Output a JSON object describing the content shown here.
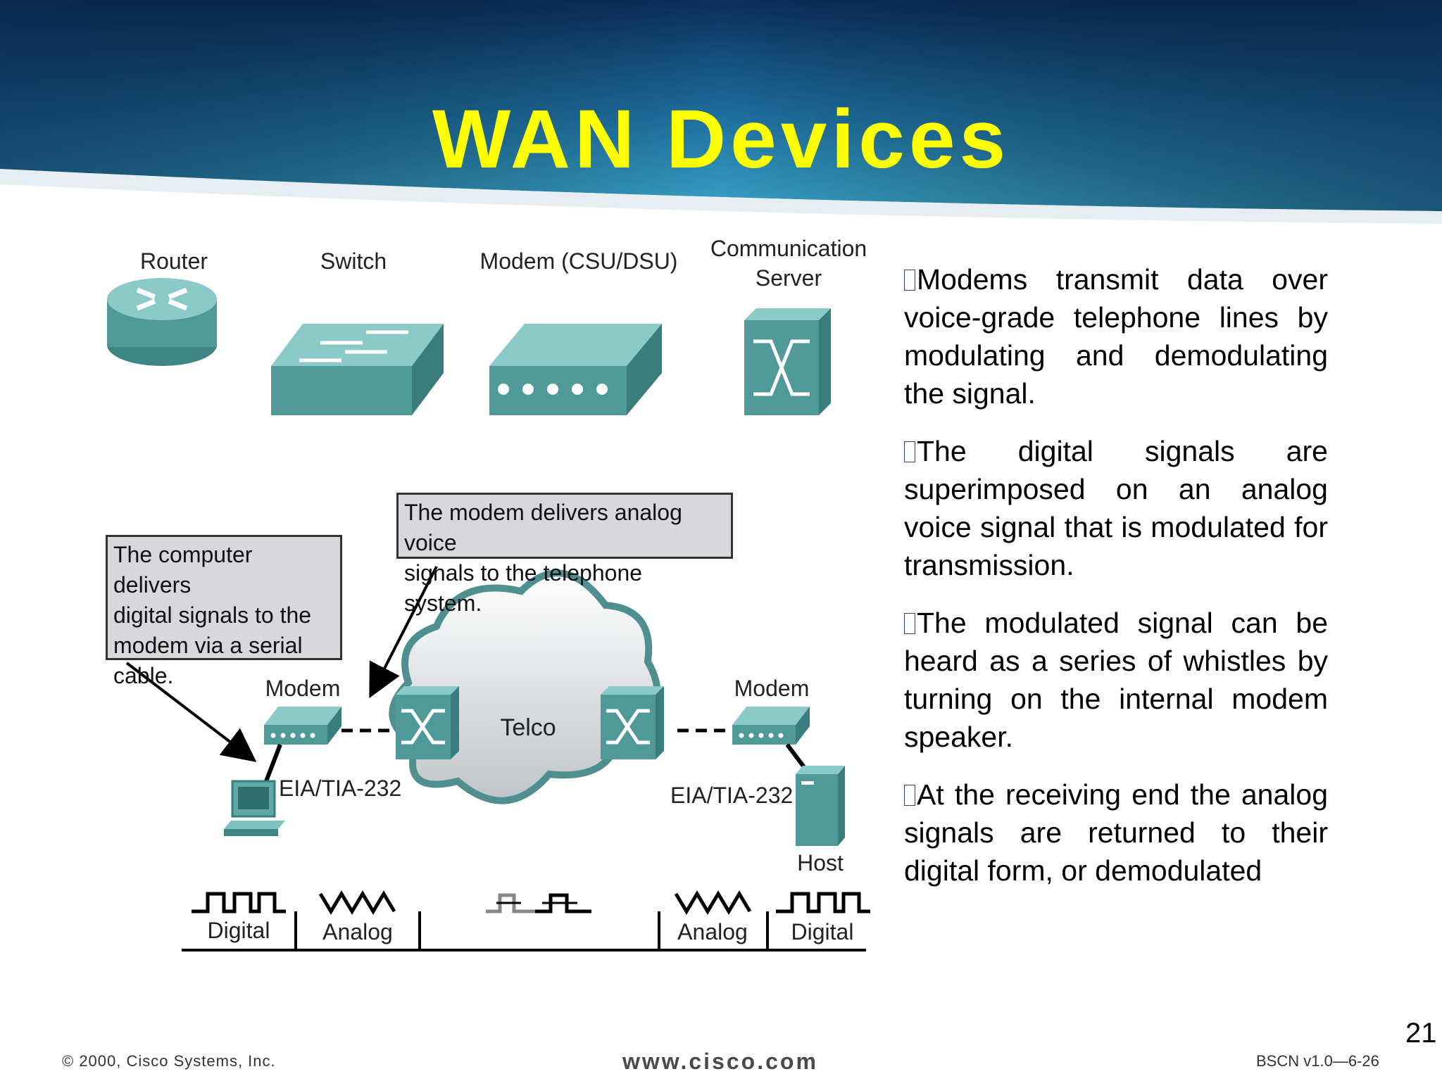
{
  "slide": {
    "title": "WAN Devices",
    "page_number": "21"
  },
  "devices": [
    {
      "label": "Router",
      "icon": "router-icon"
    },
    {
      "label": "Switch",
      "icon": "switch-icon"
    },
    {
      "label": "Modem (CSU/DSU)",
      "icon": "modem-icon"
    },
    {
      "label_line1": "Communication",
      "label_line2": "Server",
      "icon": "communication-server-icon"
    }
  ],
  "diagram": {
    "callout_computer": {
      "lines": [
        "The computer delivers",
        "digital signals to the",
        "modem via a serial",
        "cable."
      ]
    },
    "callout_modem": {
      "lines": [
        "The modem delivers analog voice",
        "signals to the telephone system."
      ]
    },
    "modem_left_label": "Modem",
    "modem_right_label": "Modem",
    "cloud_label": "Telco",
    "cable_left_label": "EIA/TIA-232",
    "cable_right_label": "EIA/TIA-232",
    "host_label": "Host",
    "signal_labels": [
      "Digital",
      "Analog",
      "Analog",
      "Digital"
    ]
  },
  "paragraphs": [
    "Modems transmit data over voice-grade telephone lines by modulating and demodulating the signal.",
    "The digital signals are superimposed on an analog voice signal that is modulated for transmission.",
    "The modulated signal can be heard as a series of whistles by turning on the internal modem speaker.",
    "At the receiving end the analog signals are returned to their digital form, or demodulated"
  ],
  "footer": {
    "copyright": "© 2000, Cisco Systems, Inc.",
    "url": "www.cisco.com",
    "course": "BSCN v1.0—6-26"
  },
  "colors": {
    "title": "#ffff00",
    "header_dark": "#0d3a6b",
    "header_light": "#2a8fb8",
    "device_teal": "#4d9a9a",
    "callout_bg": "#d8d8dc"
  }
}
